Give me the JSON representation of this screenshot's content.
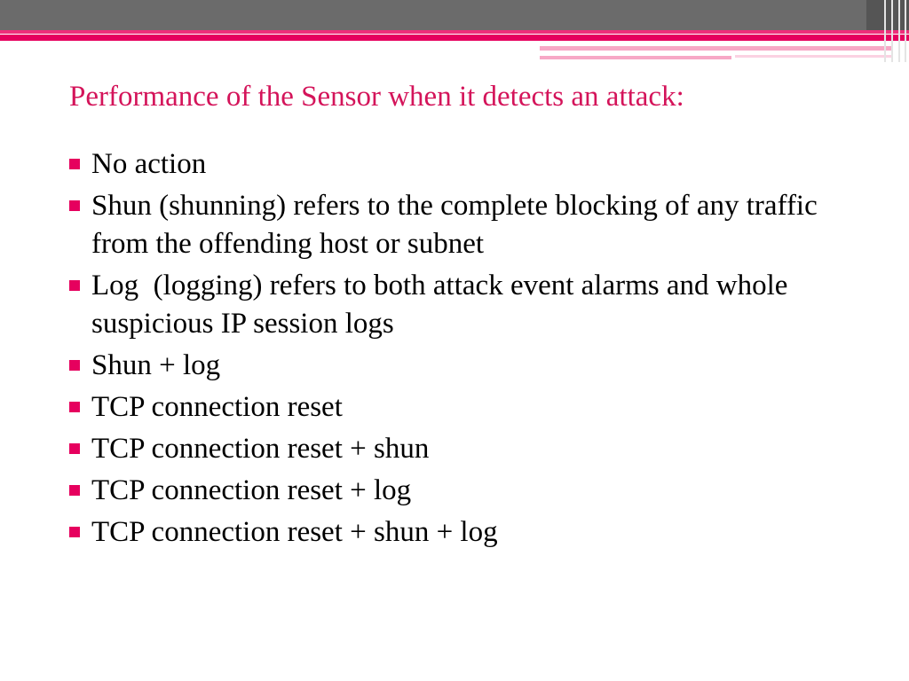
{
  "slide": {
    "heading": "Performance of the Sensor when it detects an attack:",
    "bullets": [
      "No action",
      "Shun (shunning) refers to the complete blocking of any traffic from the offending host or subnet",
      "Log  (logging) refers to both attack event alarms and whole suspicious IP session logs",
      "Shun + log",
      "TCP connection reset",
      "TCP connection reset + shun",
      "TCP connection reset + log",
      "TCP connection reset + shun + log"
    ]
  },
  "theme": {
    "accent_color": "#e6005e",
    "heading_color": "#d4145a",
    "band_color": "#6b6b6b",
    "bullet_icon": "square-bullet-icon"
  }
}
